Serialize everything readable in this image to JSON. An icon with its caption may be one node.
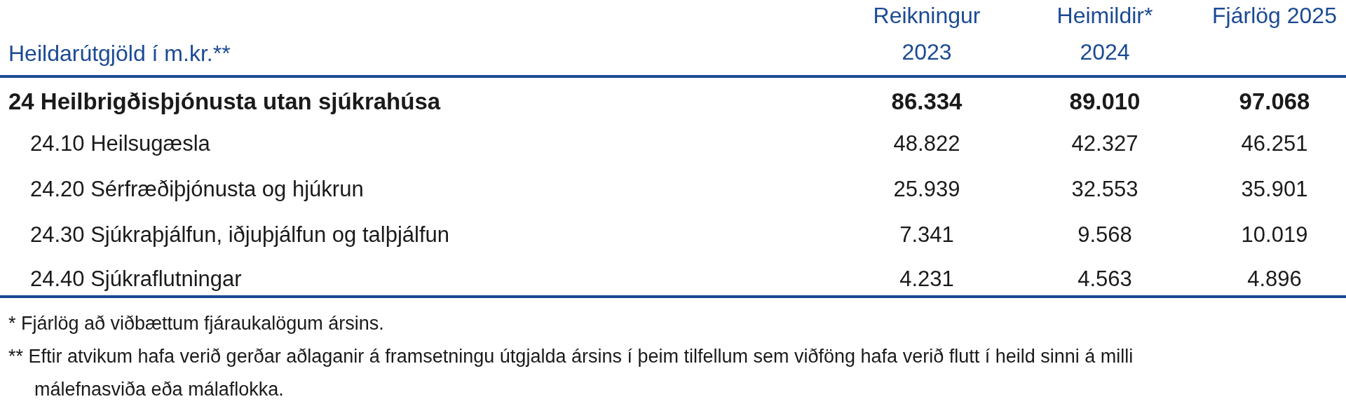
{
  "diagram": {
    "labels": [
      "Heildarútgjöld í m.kr.**",
      "Reikningur 2023",
      "Heimildir* 2024",
      "Fjárlög 2025",
      "24 Heilbrigðisþjónusta utan sjúkrahúsa",
      "86.334",
      "89.010",
      "97.068",
      "24.10 Heilsugæsla",
      "48.822",
      "42.327",
      "46.251",
      "24.20 Sérfræðiþjónusta og hjúkrun",
      "25.939",
      "32.553",
      "35.901",
      "24.30 Sjúkraþjálfun, iðjuþjálfun og talþjálfun",
      "7.341",
      "9.568",
      "10.019",
      "24.40 Sjúkraflutningar",
      "4.231",
      "4.563",
      "4.896",
      "* Fjárlög að viðbættum fjáraukalögum ársins.",
      "** Eftir atvikum hafa verið gerðar aðlaganir á framsetningu útgjalda ársins í þeim tilfellum sem viðföng hafa verið flutt í heild sinni á milli málefnasviða eða málaflokka."
    ]
  }
}
